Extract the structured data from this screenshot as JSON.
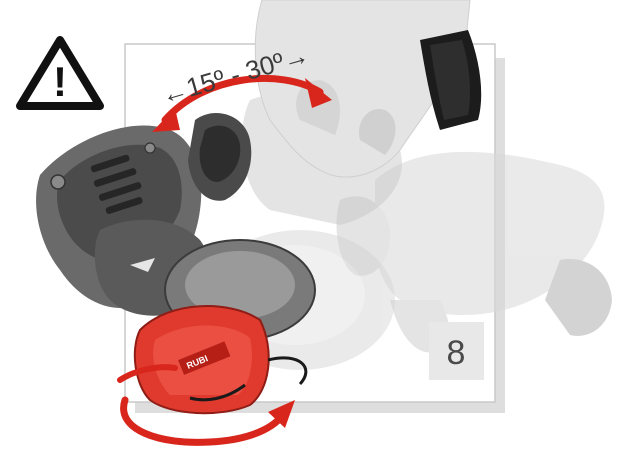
{
  "illustration": {
    "angle_label": "←15º - 30º→",
    "step_number": "8",
    "warning_symbol": "!",
    "brand_mark": "RUBI",
    "colors": {
      "arrow_red": "#d9261c",
      "tool_body": "#6a6a6a",
      "tool_dark": "#3b3b3b",
      "guard_red": "#e03a2e",
      "panel_gray": "#e8e8e8",
      "ghost_gray": "#d4d4d4",
      "glove_black": "#1c1c1c"
    }
  }
}
